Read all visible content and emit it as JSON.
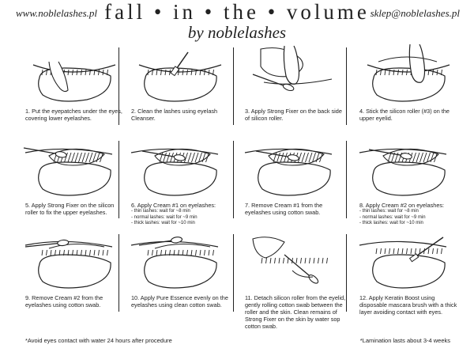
{
  "header": {
    "website": "www.noblelashes.pl",
    "title": "fall • in • the • volume",
    "subtitle": "by noblelashes",
    "email": "sklep@noblelashes.pl"
  },
  "steps": [
    {
      "caption": "1. Put the eyepatches under the eyes, covering lower eyelashes.",
      "notes": []
    },
    {
      "caption": "2. Clean the lashes using eyelash Cleanser.",
      "notes": []
    },
    {
      "caption": "3. Apply Strong Fixer on the back side of silicon roller.",
      "notes": []
    },
    {
      "caption": "4. Stick the silicon roller (#3) on the upper eyelid.",
      "notes": []
    },
    {
      "caption": "5. Apply Strong Fixer on the silicon roller to fix the upper eyelashes.",
      "notes": []
    },
    {
      "caption": "6. Apply Cream #1 on eyelashes:",
      "notes": [
        "- thin lashes: wait for ~8 min",
        "- normal lashes: wait for ~9 min",
        "- thick lashes: wait for ~10 min"
      ]
    },
    {
      "caption": "7. Remove Cream #1 from the eyelashes using cotton swab.",
      "notes": []
    },
    {
      "caption": "8. Apply Cream #2 on eyelashes:",
      "notes": [
        "- thin lashes: wait for ~8 min",
        "- normal lashes: wait for ~9 min",
        "- thick lashes: wait for ~10 min"
      ]
    },
    {
      "caption": "9. Remove Cream #2 from the eyelashes using cotton swab.",
      "notes": []
    },
    {
      "caption": "10. Apply Pure Essence evenly on the eyelashes using clean cotton swab.",
      "notes": []
    },
    {
      "caption": "11. Detach silicon roller from the eyelid, gently rolling cotton swab between the roller and the skin. Clean remains of Strong Fixer on the skin by water sop cotton swab.",
      "notes": []
    },
    {
      "caption": "12. Apply Keratin Boost using disposable mascara brush with a thick layer avoiding contact with eyes.",
      "notes": []
    }
  ],
  "footer": {
    "left_note": "*Avoid eyes contact with water 24 hours after procedure",
    "right_note": "*Lamination lasts about 3-4 weeks"
  }
}
